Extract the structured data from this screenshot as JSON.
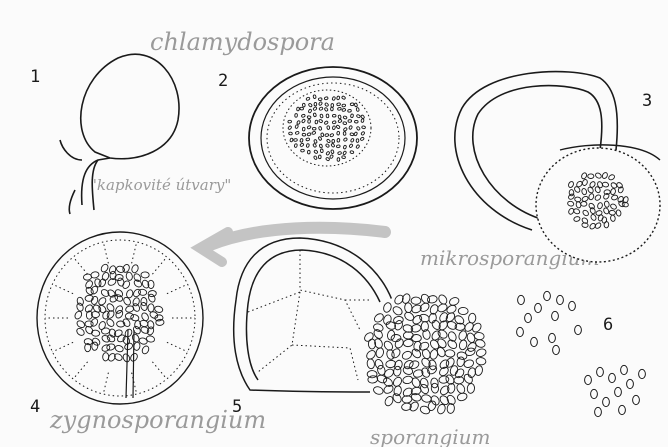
{
  "figure_numbers": [
    "1",
    "2",
    "3",
    "4",
    "5",
    "6"
  ],
  "annotations": {
    "top": "chlamydospora",
    "left": "\"kapkovité útvary\"",
    "middle": "mikrosporangium",
    "bottom_left": "zygnosporangium",
    "bottom_right": "sporangium"
  },
  "colors": {
    "ink": "#1a1a1a",
    "pencil": "#9a9a9a",
    "paper": "#fbfbfb"
  }
}
